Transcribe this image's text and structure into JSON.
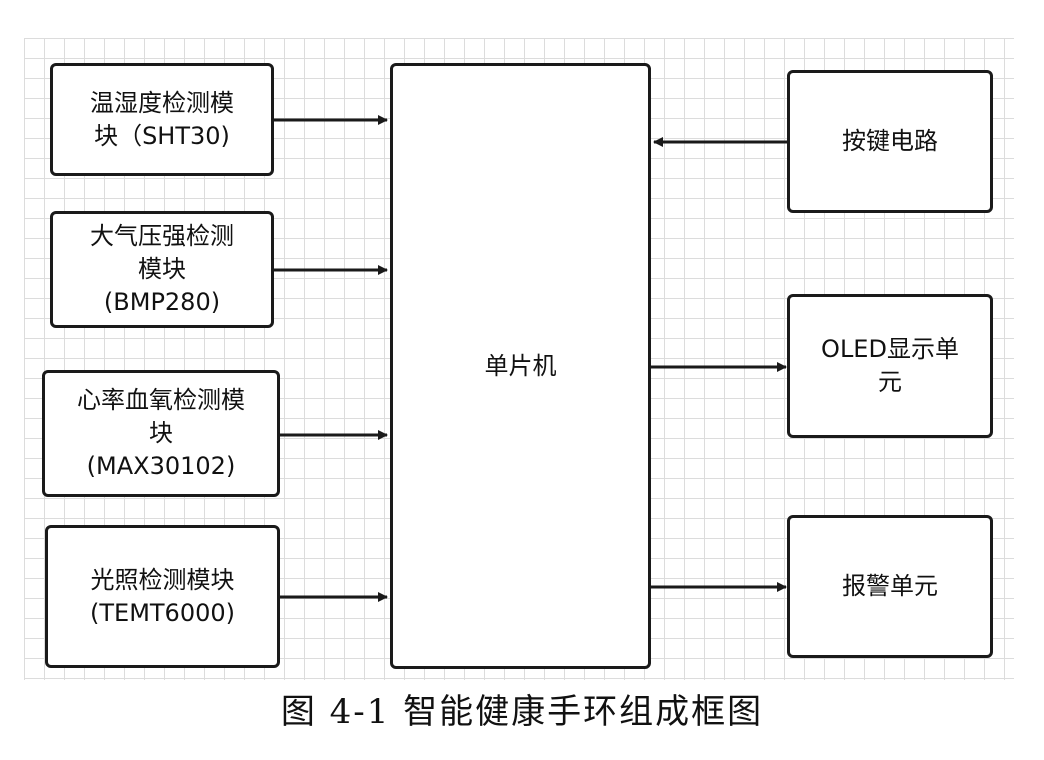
{
  "blocks": {
    "temp_humidity": "温湿度检测模\n块（SHT30)",
    "pressure": "大气压强检测\n模块\n(BMP280)",
    "heart_oxygen": "心率血氧检测模\n块\n(MAX30102)",
    "light": "光照检测模块\n(TEMT6000)",
    "mcu": "单片机",
    "keys": "按键电路",
    "oled": "OLED显示单\n元",
    "alarm": "报警单元"
  },
  "caption": "图 4-1 智能健康手环组成框图"
}
